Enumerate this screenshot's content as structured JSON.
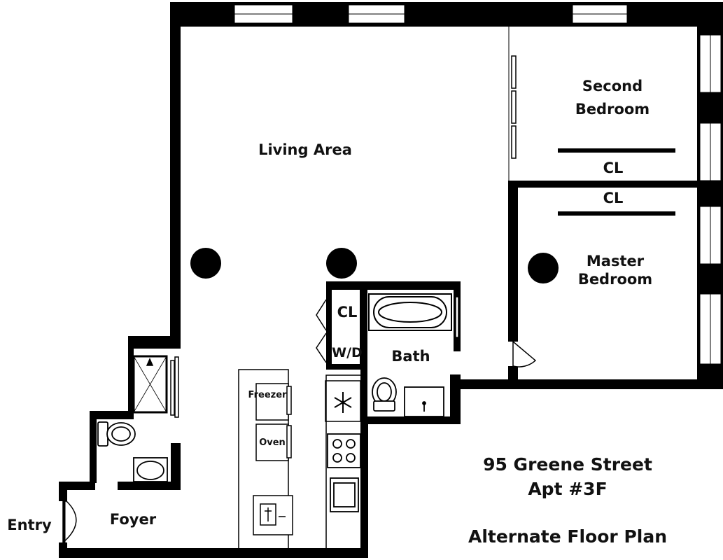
{
  "colors": {
    "wall": "#000000",
    "background": "#ffffff",
    "ink": "#111111"
  },
  "rooms": {
    "living_area": "Living Area",
    "second_bedroom_line1": "Second",
    "second_bedroom_line2": "Bedroom",
    "master_bedroom_line1": "Master",
    "master_bedroom_line2": "Bedroom",
    "bath": "Bath",
    "foyer": "Foyer",
    "entry": "Entry",
    "closet_second_bedroom": "CL",
    "closet_master_bedroom": "CL",
    "closet_hall": "CL",
    "washer_dryer": "W/D"
  },
  "kitchen": {
    "freezer": "Freezer",
    "oven": "Oven"
  },
  "info": {
    "address": "95 Greene Street",
    "apartment": "Apt #3F",
    "plan_title": "Alternate Floor Plan"
  },
  "icons": [
    "shower-icon",
    "toilet-icon",
    "sink-icon",
    "bathtub-icon",
    "stove-icon",
    "fridge-icon",
    "dishwasher-icon",
    "column-icon",
    "door-swing-icon",
    "window-icon"
  ]
}
